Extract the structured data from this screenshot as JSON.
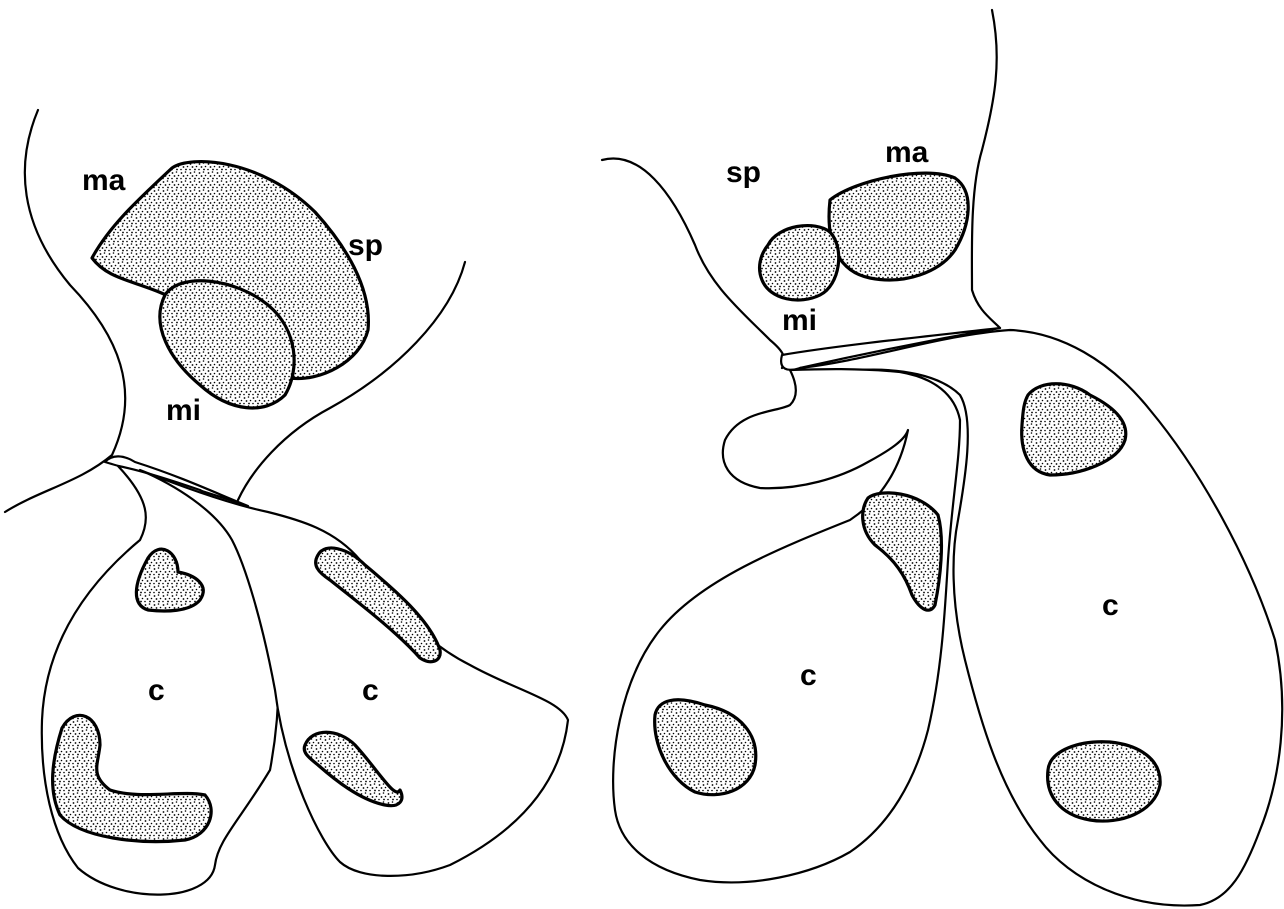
{
  "panels": [
    {
      "labels": {
        "macronucleus": "ma",
        "micronucleus": "mi",
        "swarmer": "sp",
        "cell_1": "c",
        "cell_2": "c"
      }
    },
    {
      "labels": {
        "swarmer": "sp",
        "macronucleus": "ma",
        "micronucleus": "mi",
        "cell_1": "c",
        "cell_2": "c"
      }
    }
  ],
  "style": {
    "line_color": "#000000",
    "background": "#ffffff"
  }
}
